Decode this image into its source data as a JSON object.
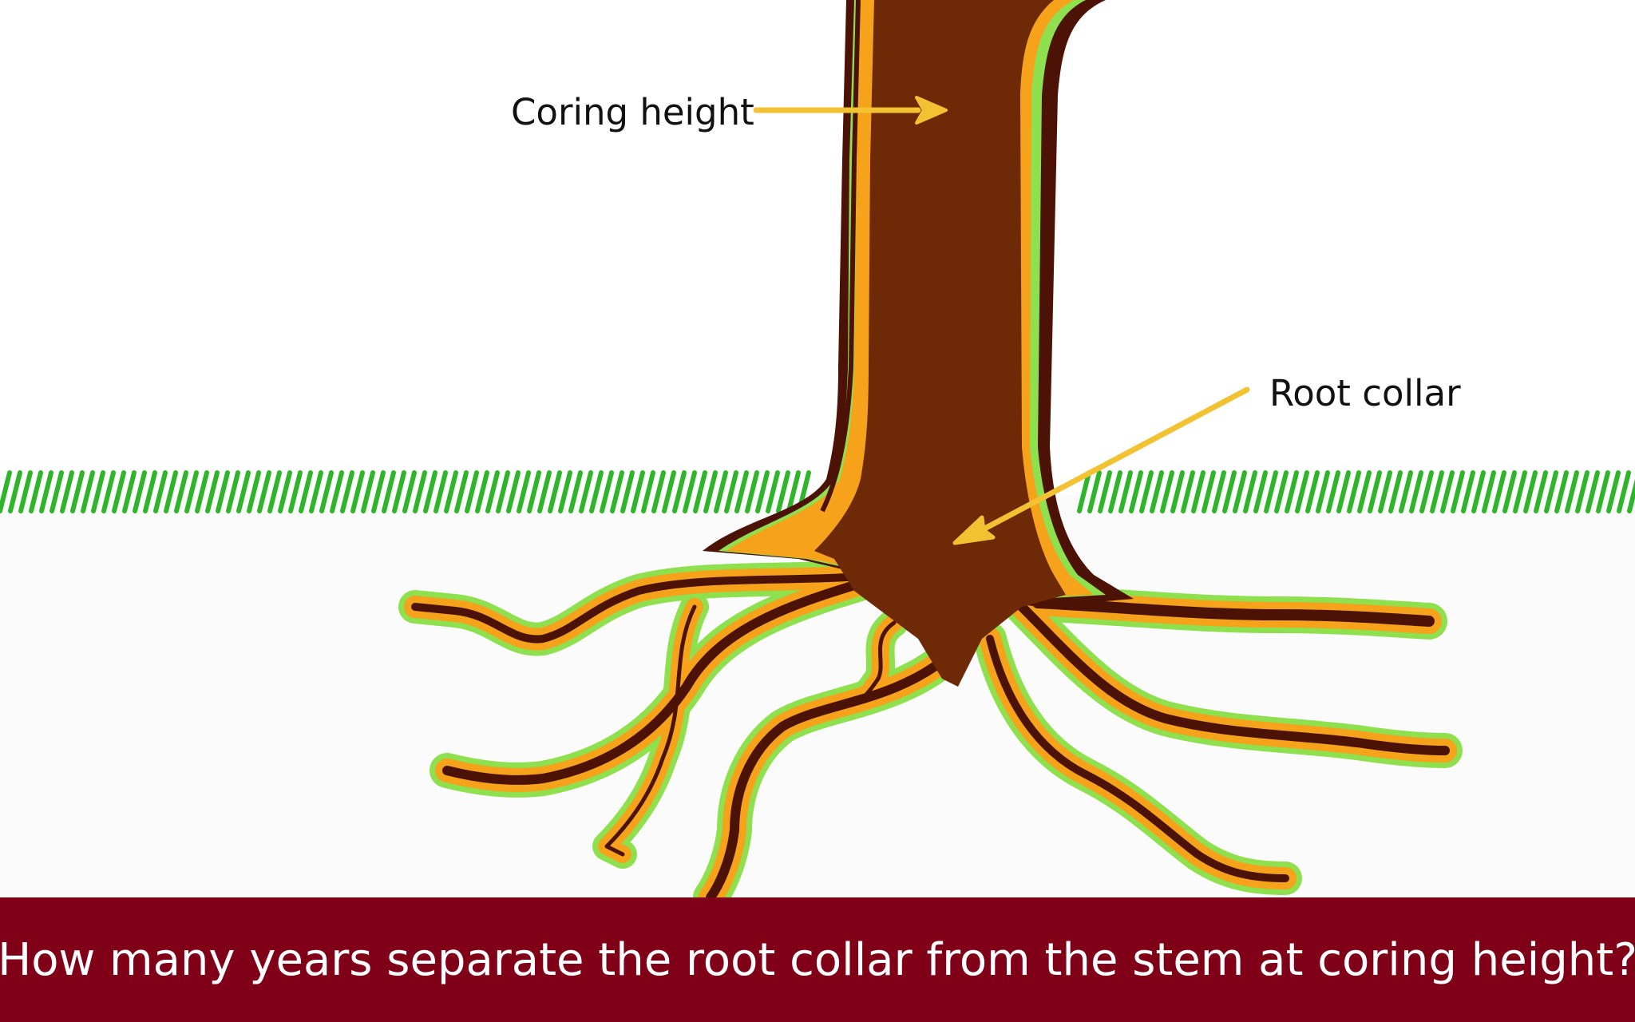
{
  "labels": {
    "coring_height": "Coring height",
    "root_collar": "Root collar"
  },
  "question": "How many years separate the root collar from the stem at coring height?",
  "colors": {
    "background": "#ffffff",
    "trunk_brown": "#6e2906",
    "trunk_dark": "#4d1206",
    "sapwood_orange": "#f6a21a",
    "cambium_green": "#8ee04e",
    "grass_green": "#2fb52a",
    "arrow_yellow": "#f2c232",
    "banner_maroon": "#800018",
    "banner_text": "#ffffff"
  },
  "icons": {
    "arrow": "yellow-arrow-icon"
  }
}
